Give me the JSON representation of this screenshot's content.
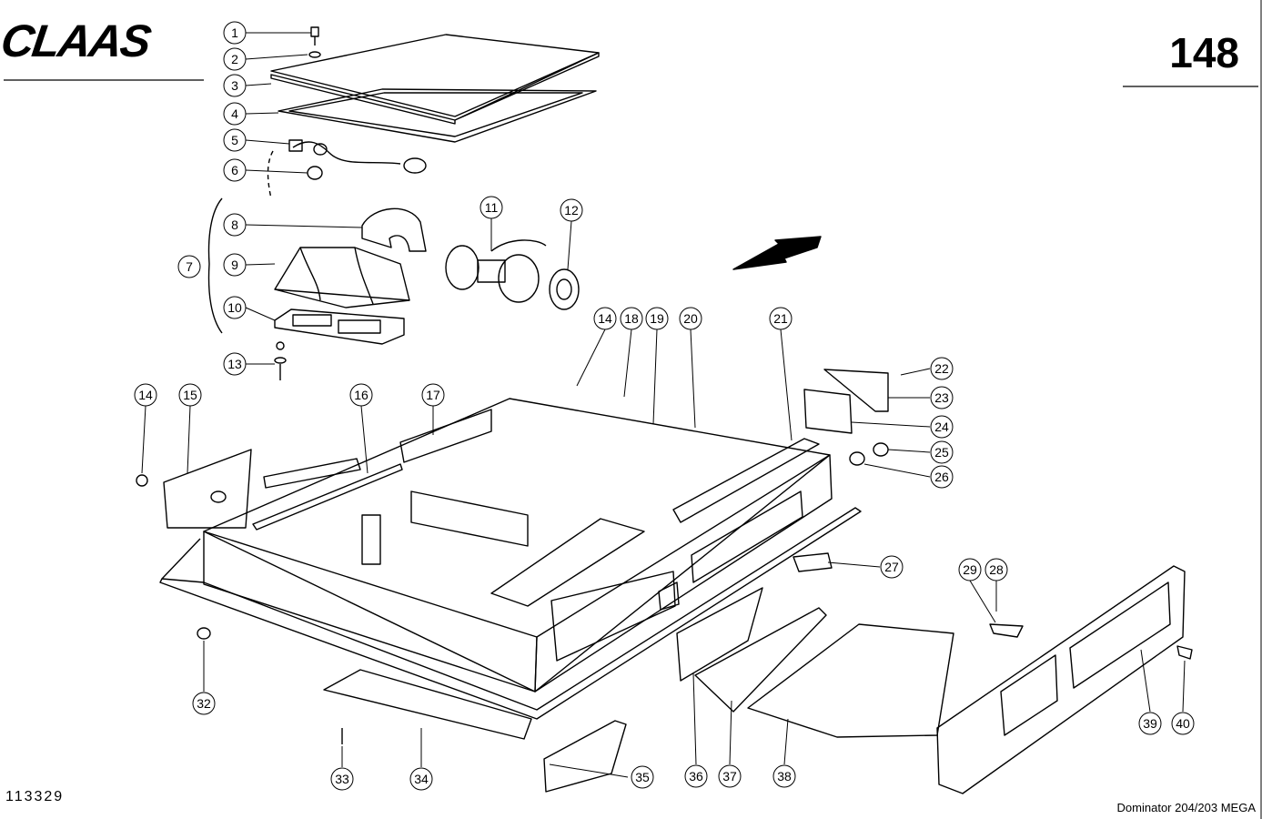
{
  "header": {
    "brand": "CLAAS",
    "page_number": "148"
  },
  "footer": {
    "drawing_number": "113329",
    "model": "Dominator 204/203 MEGA"
  },
  "callouts": [
    "1",
    "2",
    "3",
    "4",
    "5",
    "6",
    "7",
    "8",
    "9",
    "10",
    "11",
    "12",
    "13",
    "14",
    "14",
    "15",
    "16",
    "17",
    "18",
    "19",
    "20",
    "21",
    "22",
    "23",
    "24",
    "25",
    "26",
    "27",
    "28",
    "29",
    "32",
    "33",
    "34",
    "35",
    "36",
    "37",
    "38",
    "39",
    "40"
  ]
}
